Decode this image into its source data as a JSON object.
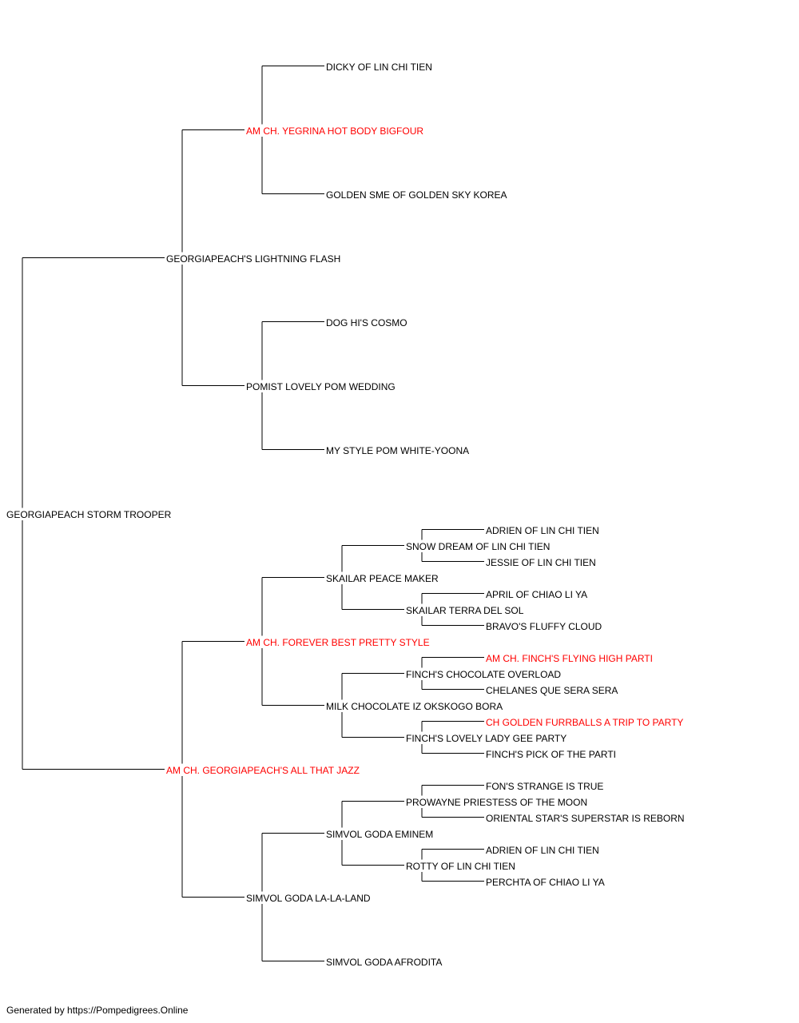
{
  "colors": {
    "line": "#000000",
    "text": "#000000",
    "titled": "#ff0000"
  },
  "pedigree": {
    "root": {
      "name": "GEORGIAPEACH STORM TROOPER",
      "titled": false
    },
    "sire": {
      "name": "GEORGIAPEACH'S LIGHTNING FLASH",
      "titled": false
    },
    "dam": {
      "name": "AM CH. GEORGIAPEACH'S ALL THAT JAZZ",
      "titled": true
    },
    "sire_sire": {
      "name": "AM CH. YEGRINA HOT BODY BIGFOUR",
      "titled": true
    },
    "sire_dam": {
      "name": "POMIST LOVELY POM WEDDING",
      "titled": false
    },
    "dam_sire": {
      "name": "AM CH. FOREVER BEST PRETTY STYLE",
      "titled": true
    },
    "dam_dam": {
      "name": "SIMVOL GODA LA-LA-LAND",
      "titled": false
    },
    "sire_sire_sire": {
      "name": "DICKY OF LIN CHI TIEN",
      "titled": false
    },
    "sire_sire_dam": {
      "name": "GOLDEN SME OF GOLDEN SKY KOREA",
      "titled": false
    },
    "sire_dam_sire": {
      "name": "DOG HI'S COSMO",
      "titled": false
    },
    "sire_dam_dam": {
      "name": "MY STYLE POM WHITE-YOONA",
      "titled": false
    },
    "dam_sire_sire": {
      "name": "SKAILAR PEACE MAKER",
      "titled": false
    },
    "dam_sire_dam": {
      "name": "MILK CHOCOLATE IZ OKSKOGO BORA",
      "titled": false
    },
    "dam_dam_sire": {
      "name": "SIMVOL GODA EMINEM",
      "titled": false
    },
    "dam_dam_dam": {
      "name": "SIMVOL GODA AFRODITA",
      "titled": false
    },
    "dam_sire_sire_sire": {
      "name": "SNOW DREAM OF LIN CHI TIEN",
      "titled": false
    },
    "dam_sire_sire_dam": {
      "name": "SKAILAR TERRA DEL SOL",
      "titled": false
    },
    "dam_sire_dam_sire": {
      "name": "FINCH'S CHOCOLATE OVERLOAD",
      "titled": false
    },
    "dam_sire_dam_dam": {
      "name": "FINCH'S LOVELY LADY GEE PARTY",
      "titled": false
    },
    "dam_dam_sire_sire": {
      "name": "PROWAYNE PRIESTESS OF THE MOON",
      "titled": false
    },
    "dam_dam_sire_dam": {
      "name": "ROTTY OF LIN CHI TIEN",
      "titled": false
    },
    "dam_sire_sire_sire_sire": {
      "name": "ADRIEN OF LIN CHI TIEN",
      "titled": false
    },
    "dam_sire_sire_sire_dam": {
      "name": "JESSIE OF LIN CHI TIEN",
      "titled": false
    },
    "dam_sire_sire_dam_sire": {
      "name": "APRIL OF CHIAO LI YA",
      "titled": false
    },
    "dam_sire_sire_dam_dam": {
      "name": "BRAVO'S FLUFFY CLOUD",
      "titled": false
    },
    "dam_sire_dam_sire_sire": {
      "name": "AM CH. FINCH'S FLYING HIGH PARTI",
      "titled": true
    },
    "dam_sire_dam_sire_dam": {
      "name": "CHELANES QUE SERA SERA",
      "titled": false
    },
    "dam_sire_dam_dam_sire": {
      "name": "CH GOLDEN FURRBALLS A TRIP TO PARTY",
      "titled": true
    },
    "dam_sire_dam_dam_dam": {
      "name": "FINCH'S PICK OF THE PARTI",
      "titled": false
    },
    "dam_dam_sire_sire_sire": {
      "name": "FON'S STRANGE IS TRUE",
      "titled": false
    },
    "dam_dam_sire_sire_dam": {
      "name": "ORIENTAL STAR'S SUPERSTAR IS REBORN",
      "titled": false
    },
    "dam_dam_sire_dam_sire": {
      "name": "ADRIEN OF LIN CHI TIEN",
      "titled": false
    },
    "dam_dam_sire_dam_dam": {
      "name": "PERCHTA OF CHIAO LI YA",
      "titled": false
    }
  },
  "footer": {
    "text": "Generated by https://Pompedigrees.Online"
  }
}
